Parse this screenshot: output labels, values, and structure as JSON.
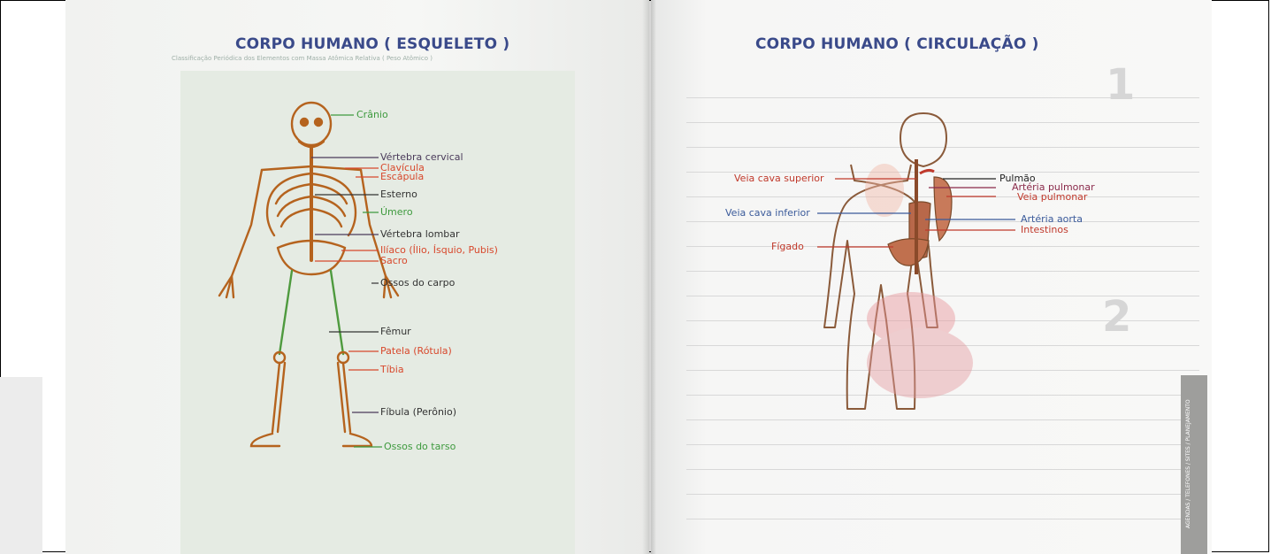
{
  "left_page": {
    "title": "CORPO HUMANO ( ESQUELETO )",
    "subtitle": "Classificação Periódica dos Elementos com Massa Atômica Relativa ( Peso Atômico )",
    "labels": [
      {
        "text": "Crânio",
        "color": "#3e9a3e"
      },
      {
        "text": "Vértebra cervical",
        "color": "#4a3a5a"
      },
      {
        "text": "Clavícula",
        "color": "#d8482c"
      },
      {
        "text": "Escápula",
        "color": "#d8482c"
      },
      {
        "text": "Esterno",
        "color": "#333333"
      },
      {
        "text": "Úmero",
        "color": "#3e9a3e"
      },
      {
        "text": "Vértebra lombar",
        "color": "#333333"
      },
      {
        "text": "Ilíaco (Ílio, Ísquio, Pubis)",
        "color": "#d8482c"
      },
      {
        "text": "Sacro",
        "color": "#d8482c"
      },
      {
        "text": "Ossos do carpo",
        "color": "#333333"
      },
      {
        "text": "Fêmur",
        "color": "#333333"
      },
      {
        "text": "Patela (Rótula)",
        "color": "#d8482c"
      },
      {
        "text": "Tíbia",
        "color": "#d8482c"
      },
      {
        "text": "Fíbula (Perônio)",
        "color": "#333333"
      },
      {
        "text": "Ossos do tarso",
        "color": "#3e9a3e"
      }
    ]
  },
  "right_page": {
    "title": "CORPO HUMANO ( CIRCULAÇÃO )",
    "labels_left": [
      {
        "text": "Veia cava superior",
        "color": "#c0392b"
      },
      {
        "text": "Veia cava inferior",
        "color": "#3a5a9a"
      },
      {
        "text": "Fígado",
        "color": "#c0392b"
      }
    ],
    "labels_right": [
      {
        "text": "Pulmão",
        "color": "#222222"
      },
      {
        "text": "Artéria pulmonar",
        "color": "#8a2a4a"
      },
      {
        "text": "Veia pulmonar",
        "color": "#c0392b"
      },
      {
        "text": "Artéria aorta",
        "color": "#3a5a9a"
      },
      {
        "text": "Intestinos",
        "color": "#c0392b"
      }
    ],
    "side_tab": "AGENDAS / TELEFONES / SITES / PLANEJAMENTO",
    "big_numbers": [
      "1",
      "2"
    ]
  }
}
